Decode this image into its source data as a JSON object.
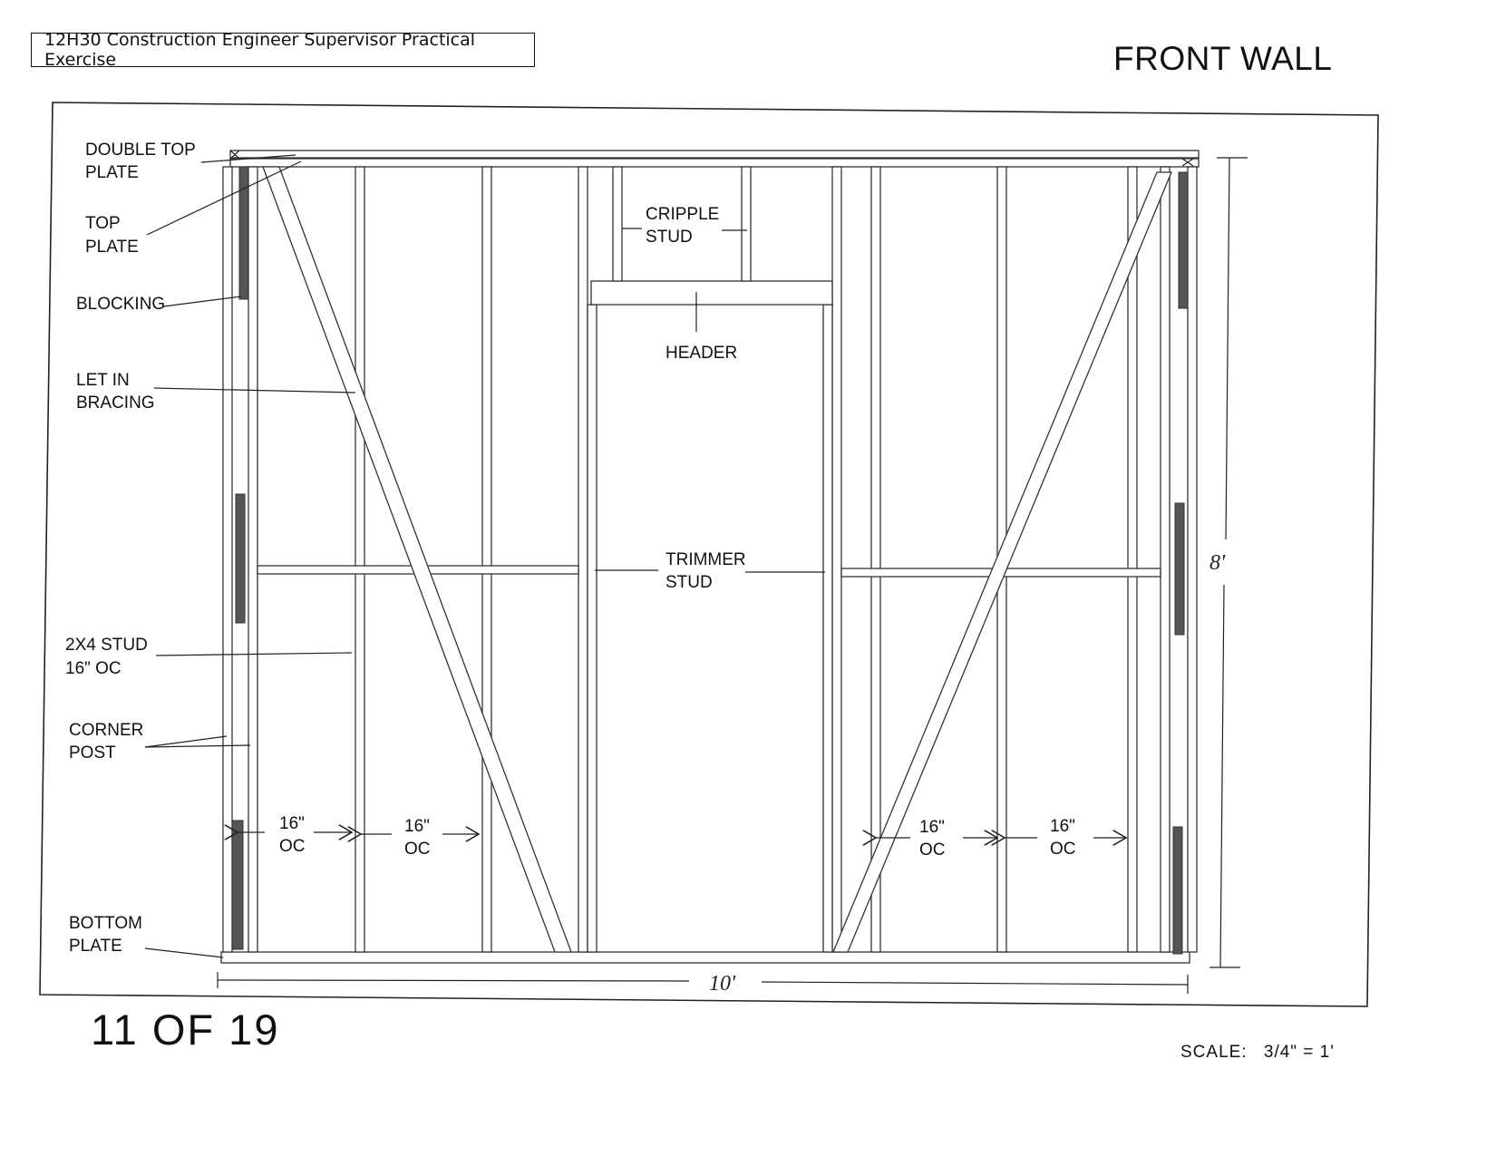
{
  "header": {
    "exercise_title": "12H30 Construction Engineer Supervisor Practical Exercise"
  },
  "sheet": {
    "title": "FRONT WALL",
    "page_counter": "11  OF  19"
  },
  "scale": {
    "label": "SCALE:",
    "value": "3/4\" = 1'"
  },
  "labels": {
    "double_top_plate": [
      "DOUBLE  TOP",
      "PLATE"
    ],
    "top_plate": [
      "TOP",
      "PLATE"
    ],
    "blocking": [
      "BLOCKING"
    ],
    "let_in_bracing": [
      "LET  IN",
      "BRACING"
    ],
    "stud_2x4": [
      "2X4  STUD",
      "16\"  OC"
    ],
    "corner_post": [
      "CORNER",
      "POST"
    ],
    "bottom_plate": [
      "BOTTOM",
      "PLATE"
    ],
    "cripple_stud": [
      "CRIPPLE",
      "STUD"
    ],
    "header": [
      "HEADER"
    ],
    "trimmer_stud": [
      "TRIMMER",
      "STUD"
    ]
  },
  "spacing_labels": [
    [
      "16\"",
      "OC"
    ],
    [
      "16\"",
      "OC"
    ],
    [
      "16\"",
      "OC"
    ],
    [
      "16\"",
      "OC"
    ]
  ],
  "dimensions": {
    "width": "10'",
    "height": "8'"
  }
}
